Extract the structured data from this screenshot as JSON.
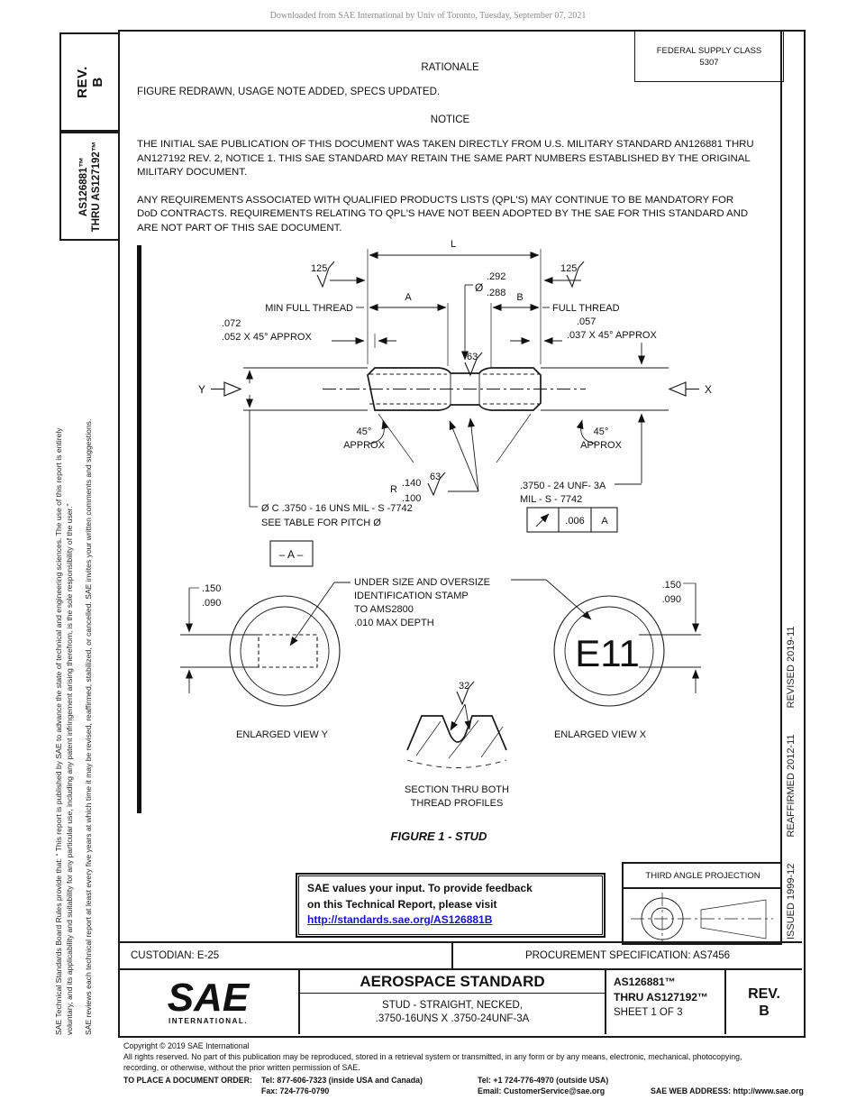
{
  "page": {
    "watermark": "Downloaded from SAE International by Univ of Toronto, Tuesday, September 07, 2021"
  },
  "sidebar": {
    "rev_line1": "REV.",
    "rev_line2": "B",
    "doc_line1": "AS126881™",
    "doc_line2": "THRU AS127192™",
    "legal_p1_l1": "SAE Technical Standards Board Rules provide that: “ This report is published by SAE to advance the state of technical and engineering sciences. The use of this report is entirely",
    "legal_p1_l2": "voluntary, and its applicability and suitability for any particular use, including any patent infringement arising therefrom, is the sole responsibility of the user.”",
    "legal_p2": "SAE reviews each technical report at least every five years at which time it may be revised, reaffirmed, stabilized, or cancelled. SAE invites your written comments and suggestions."
  },
  "right_margin": {
    "issued": "ISSUED 1999-12",
    "reaffirmed": "REAFFIRMED 2012-11",
    "revised": "REVISED 2019-11"
  },
  "header": {
    "fsc_label": "FEDERAL SUPPLY CLASS",
    "fsc_value": "5307",
    "rationale_title": "RATIONALE",
    "rationale_text": "FIGURE REDRAWN, USAGE NOTE ADDED, SPECS UPDATED.",
    "notice_title": "NOTICE",
    "notice_para1": "THE INITIAL SAE PUBLICATION OF THIS DOCUMENT WAS TAKEN DIRECTLY FROM U.S. MILITARY STANDARD AN126881 THRU AN127192 REV. 2, NOTICE 1. THIS SAE STANDARD MAY RETAIN THE SAME PART NUMBERS ESTABLISHED BY THE ORIGINAL MILITARY DOCUMENT.",
    "notice_para2": "ANY REQUIREMENTS ASSOCIATED WITH QUALIFIED PRODUCTS LISTS (QPL'S) MAY CONTINUE TO BE MANDATORY FOR DoD CONTRACTS. REQUIREMENTS RELATING TO QPL'S HAVE NOT BEEN ADOPTED BY THE SAE FOR THIS STANDARD AND ARE NOT PART OF THIS SAE DOCUMENT."
  },
  "drawing": {
    "dim_L": "L",
    "finish_125": "125",
    "finish_63": "63",
    "finish_32": "32",
    "dia_sign": "Ø",
    "dia_upper": ".292",
    "dia_lower": ".288",
    "dim_A": "A",
    "dim_B": "B",
    "min_full_thread": "MIN  FULL THREAD",
    "full_thread": "FULL THREAD",
    "chamfer_left_1": ".072",
    "chamfer_left_2": ".052 X 45° APPROX",
    "chamfer_right_1": ".057",
    "chamfer_right_2": ".037 X 45° APPROX",
    "deg45": "45°",
    "approx": "APPROX",
    "radius_r": "R",
    "radius_upper": ".140",
    "radius_lower": ".100",
    "thread_right_1": ".3750 - 24 UNF- 3A",
    "thread_right_2": "MIL - S - 7742",
    "fcf_value": ".006",
    "fcf_datum": "A",
    "thread_left_1": "Ø C .3750 - 16 UNS MIL - S -7742",
    "thread_left_2": "SEE TABLE FOR PITCH Ø",
    "datum_a": "– A –",
    "dim150": ".150",
    "dim090": ".090",
    "stamp_note_l1": "UNDER SIZE AND OVERSIZE",
    "stamp_note_l2": "IDENTIFICATION STAMP",
    "stamp_note_l3": "TO AMS2800",
    "stamp_note_l4": ".010 MAX DEPTH",
    "e11": "E11",
    "view_y_caption": "ENLARGED VIEW Y",
    "view_x_caption": "ENLARGED VIEW X",
    "section_l1": "SECTION THRU BOTH",
    "section_l2": "THREAD PROFILES",
    "figure_caption": "FIGURE 1 - STUD",
    "axis_y": "Y",
    "axis_x": "X"
  },
  "feedback": {
    "line1": "SAE values your input. To provide feedback",
    "line2": "on this Technical Report, please visit",
    "link": "http://standards.sae.org/AS126881B"
  },
  "projection": {
    "label": "THIRD ANGLE PROJECTION"
  },
  "titleblock": {
    "custodian": "CUSTODIAN: E-25",
    "procurement": "PROCUREMENT SPECIFICATION: AS7456",
    "logo_sae": "SAE",
    "logo_intl": "INTERNATIONAL.",
    "title": "AEROSPACE STANDARD",
    "subtitle1": "STUD - STRAIGHT, NECKED,",
    "subtitle2": ".3750-16UNS X .3750-24UNF-3A",
    "doc1": "AS126881™",
    "doc2": "THRU AS127192™",
    "sheet": "SHEET 1 OF 3",
    "rev1": "REV.",
    "rev2": "B",
    "brand_blue_dark": "#1c63ac",
    "brand_blue_light": "#29a8df"
  },
  "footer": {
    "copyright": "Copyright © 2019 SAE International",
    "rights1": "All rights reserved. No part of this publication may be reproduced, stored in a retrieval system or transmitted, in any form or by any means, electronic, mechanical, photocopying,",
    "rights2": "recording, or otherwise, without the prior written permission of SAE.",
    "order_label": "TO PLACE A DOCUMENT ORDER:",
    "tel1": "Tel: 877-606-7323 (inside USA and Canada)",
    "tel2": "Tel: +1 724-776-4970 (outside USA)",
    "fax": "Fax: 724-776-0790",
    "email": "Email: CustomerService@sae.org",
    "web": "SAE WEB ADDRESS: http://www.sae.org"
  }
}
